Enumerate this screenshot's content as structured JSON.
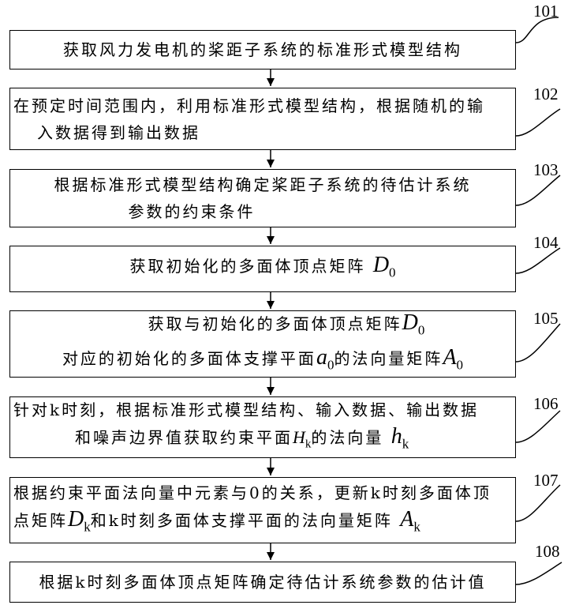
{
  "steps": [
    {
      "id": "101",
      "lines": [
        "获取风力发电机的桨距子系统的标准形式模型结构"
      ]
    },
    {
      "id": "102",
      "lines": [
        "在预定时间范围内，利用标准形式模型结构，根据随机的输",
        "入数据得到输出数据"
      ]
    },
    {
      "id": "103",
      "lines": [
        "根据标准形式模型结构确定桨距子系统的待估计系统",
        "参数的约束条件"
      ]
    },
    {
      "id": "104",
      "text": "获取初始化的多面体顶点矩阵",
      "sym": "D",
      "sub": "0"
    },
    {
      "id": "105",
      "l1": "获取与初始化的多面体顶点矩阵",
      "l1_sym": "D",
      "l1_sub": "0",
      "l2a": "对应的初始化的多面体支撑平面",
      "l2_sym1": "a",
      "l2_sub1": "0",
      "l2b": "的法向量矩阵",
      "l2_sym2": "A",
      "l2_sub2": "0"
    },
    {
      "id": "106",
      "l1": "针对k时刻，根据标准形式模型结构、输入数据、输出数据",
      "l2a": "和噪声边界值获取约束平面",
      "l2_sym1": "H",
      "l2_sub1": "k",
      "l2b": "的法向量",
      "l2_sym2": "h",
      "l2_sub2": "k"
    },
    {
      "id": "107",
      "l1": "根据约束平面法向量中元素与0的关系，更新k时刻多面体顶",
      "l2a": "点矩阵",
      "l2_sym1": "D",
      "l2_sub1": "k",
      "l2b": "和k时刻多面体支撑平面的法向量矩阵",
      "l2_sym2": "A",
      "l2_sub2": "k"
    },
    {
      "id": "108",
      "lines": [
        "根据k时刻多面体顶点矩阵确定待估计系统参数的估计值"
      ]
    }
  ]
}
